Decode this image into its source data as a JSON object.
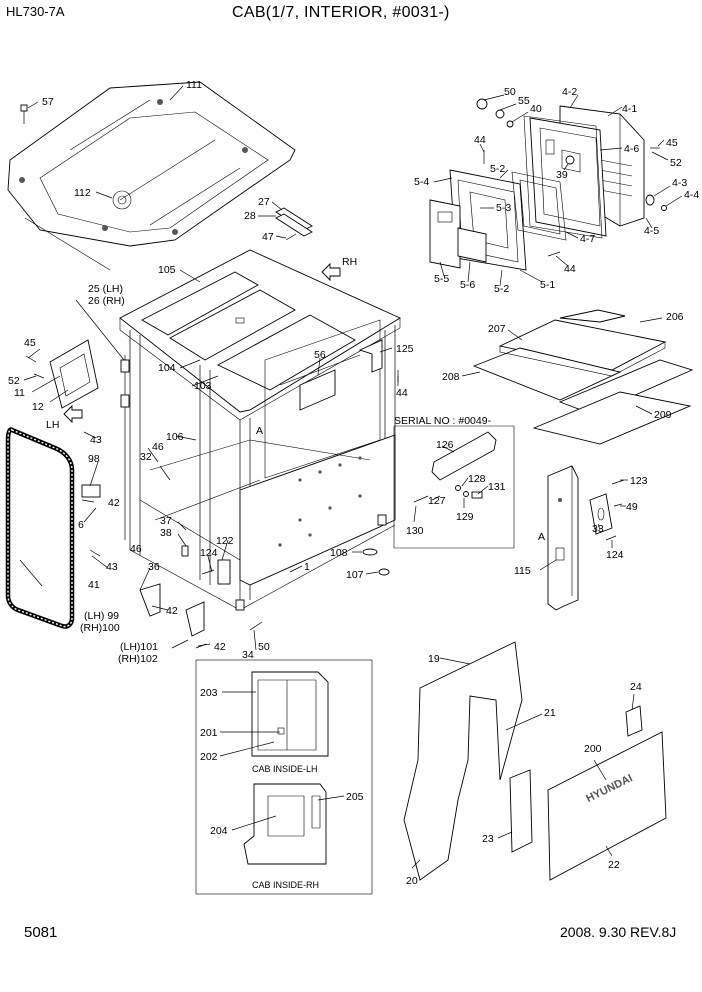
{
  "header": {
    "model": "HL730-7A",
    "title": "CAB(1/7, INTERIOR, #0031-)"
  },
  "footer": {
    "page_number": "5081",
    "revision": "2008. 9.30  REV.8J"
  },
  "serial_box": {
    "label": "SERIAL NO : #0049-"
  },
  "directions": {
    "rh": "RH",
    "lh": "LH",
    "section": "A",
    "section2": "A"
  },
  "inset_captions": {
    "lh": "CAB INSIDE-LH",
    "rh": "CAB INSIDE-RH"
  },
  "decal_text": "HYUNDAI",
  "callouts": {
    "c111": "111",
    "c57": "57",
    "c112": "112",
    "c27": "27",
    "c28": "28",
    "c47": "47",
    "c105": "105",
    "c104": "104",
    "c103": "103",
    "c106": "106",
    "c56": "56",
    "c25": "25 (LH)",
    "c26": "26 (RH)",
    "c45a": "45",
    "c52a": "52",
    "c11": "11",
    "c12": "12",
    "c43a": "43",
    "c46": "46",
    "c32": "32",
    "c98": "98",
    "c42a": "42",
    "c6": "6",
    "c37": "37",
    "c38": "38",
    "c124a": "124",
    "c122": "122",
    "c46b": "46",
    "c36": "36",
    "c43b": "43",
    "c41": "41",
    "c99": "(LH) 99",
    "c100": "(RH)100",
    "c42b": "42",
    "c101": "(LH)101",
    "c102": "(RH)102",
    "c42c": "42",
    "c34": "34",
    "c50b": "50",
    "c1": "1",
    "c108": "108",
    "c107": "107",
    "c125": "125",
    "c44a": "44",
    "c50a": "50",
    "c55": "55",
    "c40": "40",
    "c44b": "44",
    "c4_2": "4-2",
    "c4_1": "4-1",
    "c4_6": "4-6",
    "c45b": "45",
    "c52b": "52",
    "c39": "39",
    "c4_3": "4-3",
    "c4_4": "4-4",
    "c4_5": "4-5",
    "c5_4": "5-4",
    "c5_2a": "5-2",
    "c5_3": "5-3",
    "c4_7": "4-7",
    "c44c": "44",
    "c5_5": "5-5",
    "c5_6": "5-6",
    "c5_2b": "5-2",
    "c5_1": "5-1",
    "c207": "207",
    "c206": "206",
    "c208": "208",
    "c209": "209",
    "c126": "126",
    "c128": "128",
    "c131": "131",
    "c127": "127",
    "c129": "129",
    "c130": "130",
    "c123": "123",
    "c49": "49",
    "c33": "33",
    "c124b": "124",
    "c115": "115",
    "c203": "203",
    "c201": "201",
    "c202": "202",
    "c204": "204",
    "c205": "205",
    "c19": "19",
    "c21": "21",
    "c24": "24",
    "c200": "200",
    "c23": "23",
    "c20": "20",
    "c22": "22"
  }
}
